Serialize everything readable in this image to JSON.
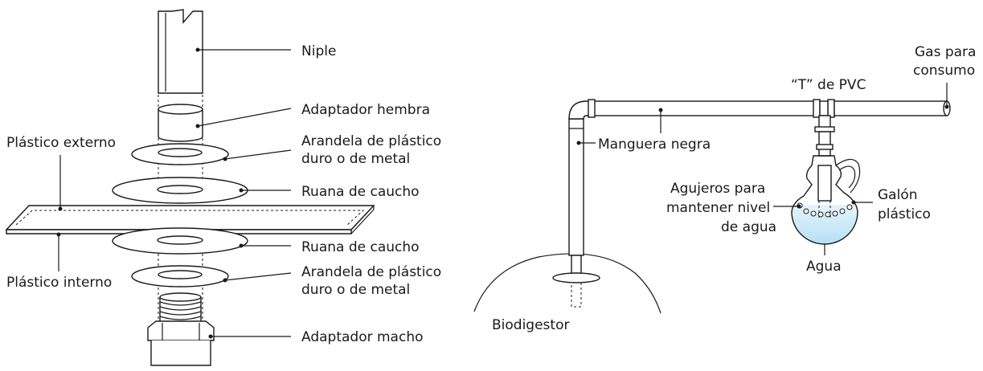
{
  "left_diagram": {
    "labels": {
      "niple": "Niple",
      "adaptador_hembra": "Adaptador hembra",
      "arandela_superior_1": "Arandela de plástico",
      "arandela_superior_2": "duro o de metal",
      "ruana_superior": "Ruana de caucho",
      "plastico_externo": "Plástico externo",
      "ruana_inferior": "Ruana de caucho",
      "arandela_inferior_1": "Arandela de plástico",
      "arandela_inferior_2": "duro o de metal",
      "plastico_interno": "Plástico interno",
      "adaptador_macho": "Adaptador macho"
    }
  },
  "right_diagram": {
    "labels": {
      "gas_1": "Gas para",
      "gas_2": "consumo",
      "t_pvc": "“T” de PVC",
      "manguera": "Manguera negra",
      "agujeros_1": "Agujeros para",
      "agujeros_2": "mantener nivel",
      "agujeros_3": "de agua",
      "galon_1": "Galón",
      "galon_2": "plástico",
      "agua": "Agua",
      "biodigestor": "Biodigestor"
    }
  },
  "colors": {
    "line": "#1a1a1a",
    "water_top": "#e6f4fb",
    "water_bottom": "#a9dcf2",
    "background": "#ffffff"
  }
}
